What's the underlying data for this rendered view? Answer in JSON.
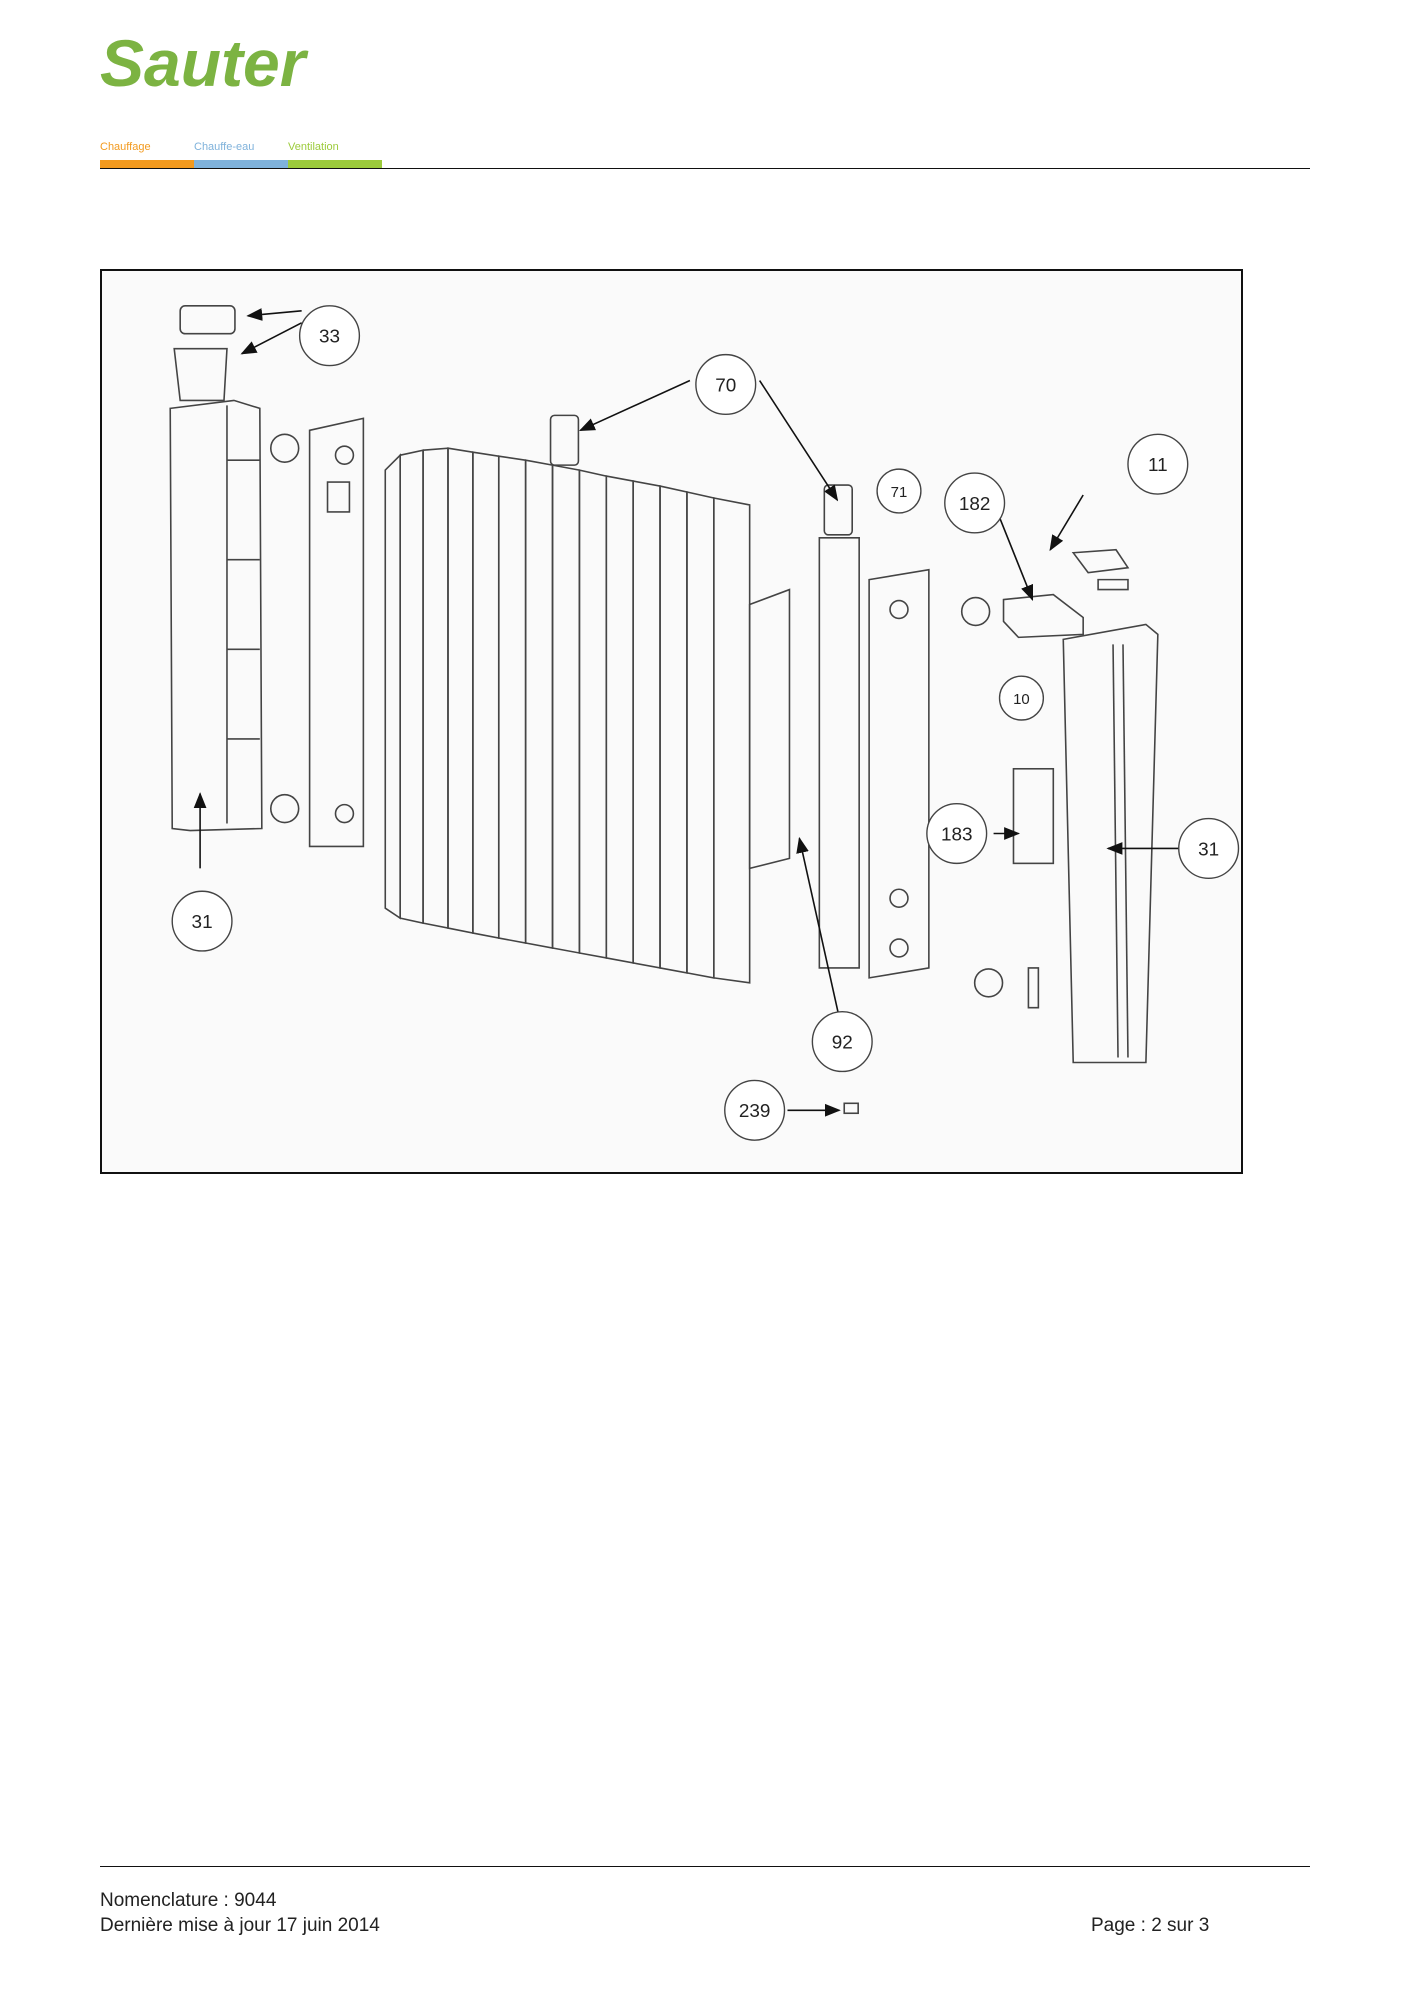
{
  "brand": {
    "name": "Sauter",
    "color": "#7cb342",
    "categories": [
      {
        "label": "Chauffage",
        "color": "#f39a1e"
      },
      {
        "label": "Chauffe-eau",
        "color": "#7fb2db"
      },
      {
        "label": "Ventilation",
        "color": "#9ccb3b"
      }
    ]
  },
  "diagram": {
    "callouts": [
      "33",
      "70",
      "71",
      "182",
      "11",
      "10",
      "183",
      "31",
      "31",
      "92",
      "239"
    ]
  },
  "footer": {
    "nomenclature": "Nomenclature : 9044",
    "updated": "Dernière mise à jour 17 juin 2014",
    "page": "Page : 2 sur 3"
  }
}
